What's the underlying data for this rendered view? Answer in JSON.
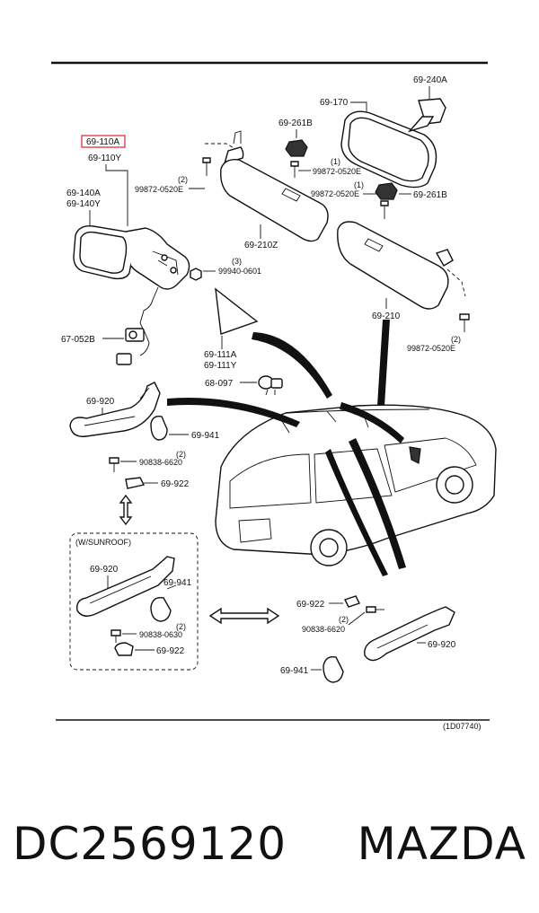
{
  "diagram": {
    "highlight_color": "#e0303a",
    "ref_code": "(1D07740)",
    "sunroof_box_label": "(W/SUNROOF)",
    "labels": {
      "mirror_outer_a": "69-110A",
      "mirror_outer_y": "69-110Y",
      "mirror_glass_a": "69-140A",
      "mirror_glass_y": "69-140Y",
      "screw_99940": "99940-0601",
      "qty_99940": "(3)",
      "cover_67052": "67-052B",
      "corner_a": "69-111A",
      "corner_y": "69-111Y",
      "clip_68097": "68-097",
      "inner_mirror": "69-170",
      "mirror_bracket": "69-240A",
      "holder_left": "69-261B",
      "holder_right": "69-261B",
      "screw_a": "99872-0520E",
      "qty_screw_a": "(1)",
      "screw_b": "99872-0520E",
      "qty_screw_b": "(2)",
      "screw_c": "99872-0520E",
      "qty_screw_c": "(1)",
      "screw_d": "99872-0520E",
      "qty_screw_d": "(2)",
      "visor_left": "69-210Z",
      "visor_right": "69-210",
      "grip_top": "69-920",
      "grip_cap_top": "69-941",
      "grip_screw_top": "90838-6620",
      "grip_qty_top": "(2)",
      "grip_clip_top": "69-922",
      "grip_sunroof": "69-920",
      "grip_cap_sunroof": "69-941",
      "grip_screw_sunroof": "90838-0630",
      "grip_qty_sunroof": "(2)",
      "grip_clip_sunroof": "69-922",
      "grip_clip_right": "69-922",
      "grip_screw_right": "90838-6620",
      "grip_qty_right": "(2)",
      "grip_cap_right": "69-941",
      "grip_right": "69-920"
    }
  },
  "caption": {
    "part_number": "DC2569120",
    "brand": "MAZDA"
  }
}
